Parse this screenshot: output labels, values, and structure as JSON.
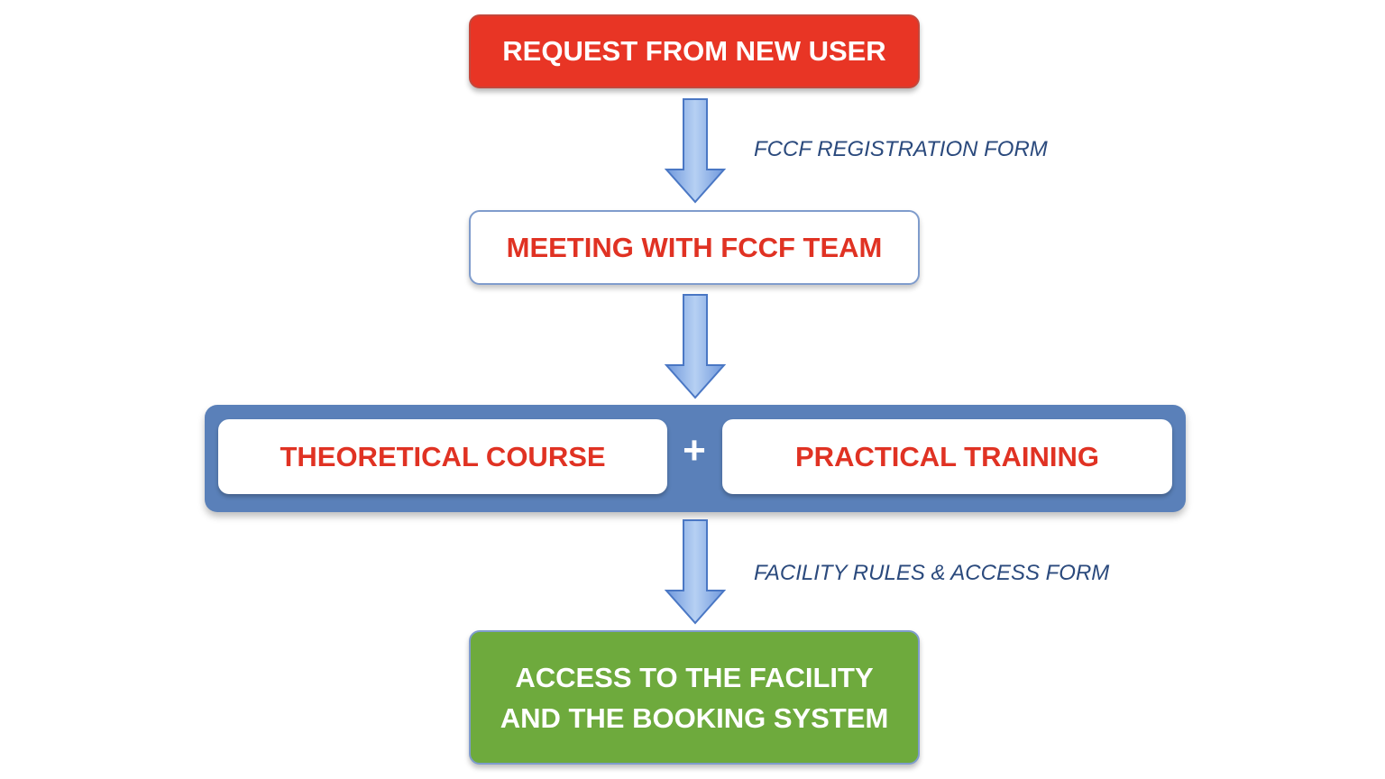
{
  "steps": {
    "request": "REQUEST FROM NEW USER",
    "meeting": "MEETING WITH FCCF TEAM",
    "theory": "THEORETICAL COURSE",
    "plus": "+",
    "practical": "PRACTICAL TRAINING",
    "access_line1": "ACCESS TO THE FACILITY",
    "access_line2": "AND THE BOOKING SYSTEM"
  },
  "edge_labels": {
    "registration": "FCCF REGISTRATION FORM",
    "rules": "FACILITY RULES & ACCESS FORM"
  },
  "colors": {
    "request_fill": "#e83525",
    "step_text_red": "#e03223",
    "group_fill": "#5a80b9",
    "access_fill": "#6eaa3d",
    "arrow_fill": "#8db3e8",
    "edge_label_text": "#2b4a7d"
  }
}
